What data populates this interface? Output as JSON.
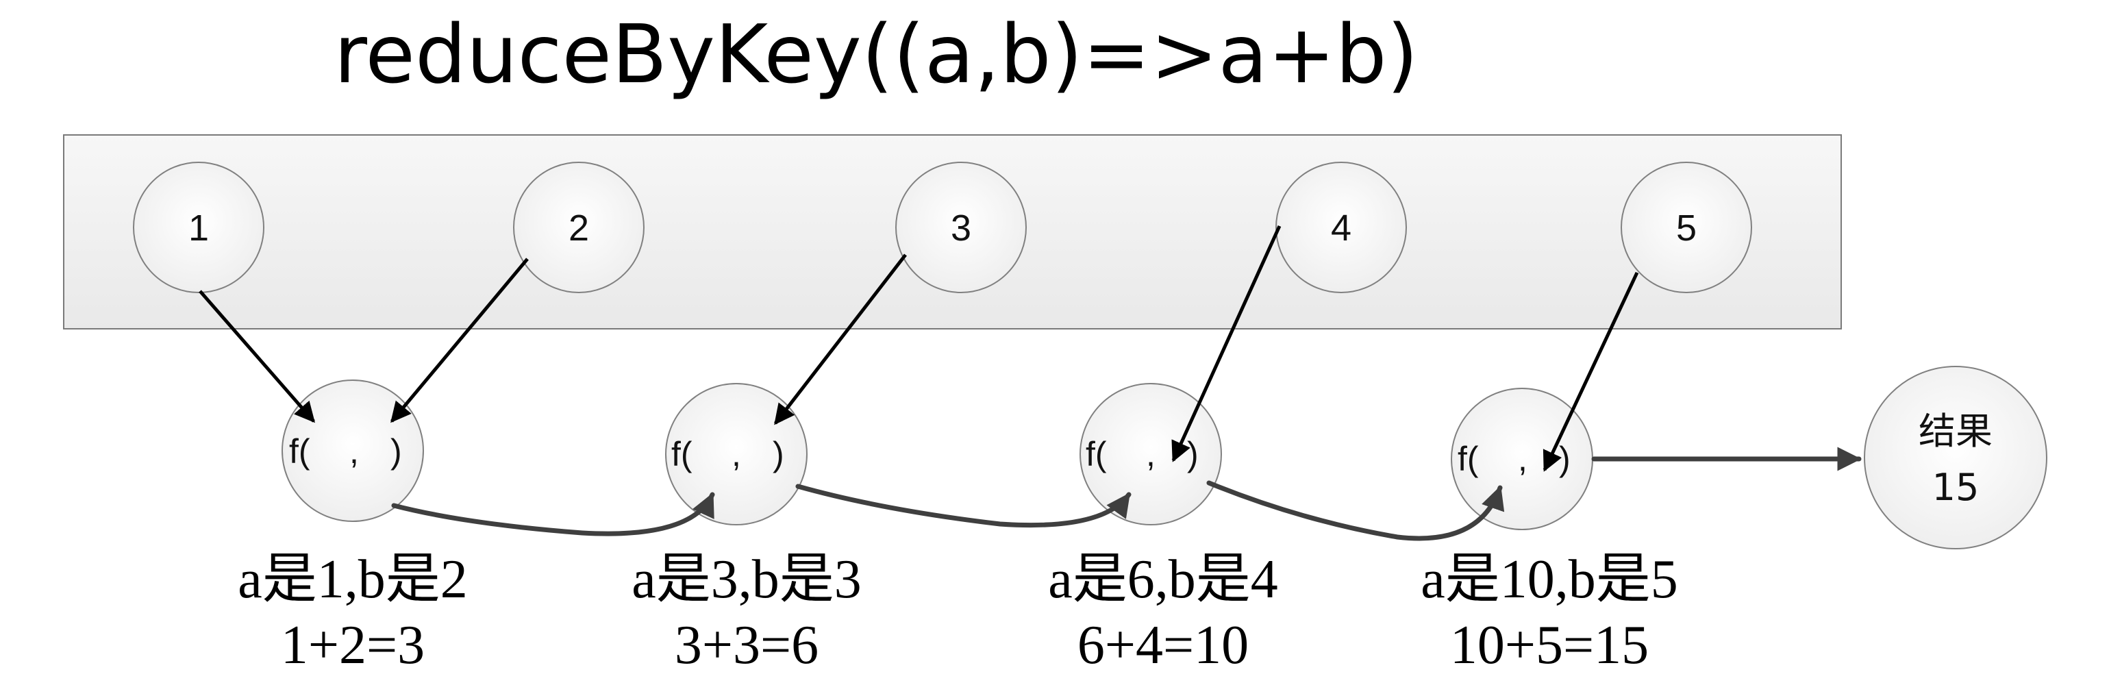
{
  "title": "reduceByKey((a,b)=>a+b)",
  "input_nodes": [
    "1",
    "2",
    "3",
    "4",
    "5"
  ],
  "function_nodes": [
    {
      "label_start": "f(",
      "label_comma": ",",
      "label_end": ")",
      "caption_line1": "a是1,b是2",
      "caption_line2": "1+2=3"
    },
    {
      "label_start": "f(",
      "label_comma": ",",
      "label_end": ")",
      "caption_line1": "a是3,b是3",
      "caption_line2": "3+3=6"
    },
    {
      "label_start": "f(",
      "label_comma": ",",
      "label_end": ")",
      "caption_line1": "a是6,b是4",
      "caption_line2": "6+4=10"
    },
    {
      "label_start": "f(",
      "label_comma": ",",
      "label_end": ")",
      "caption_line1": "a是10,b是5",
      "caption_line2": "10+5=15"
    }
  ],
  "result_node": {
    "label": "结果",
    "value": "15"
  },
  "colors": {
    "arrow": "#000000",
    "curve": "#3f3f3f",
    "node_fill": "#f2f2f2",
    "node_stroke": "#808080",
    "container_fill": "#f3f3f3"
  }
}
